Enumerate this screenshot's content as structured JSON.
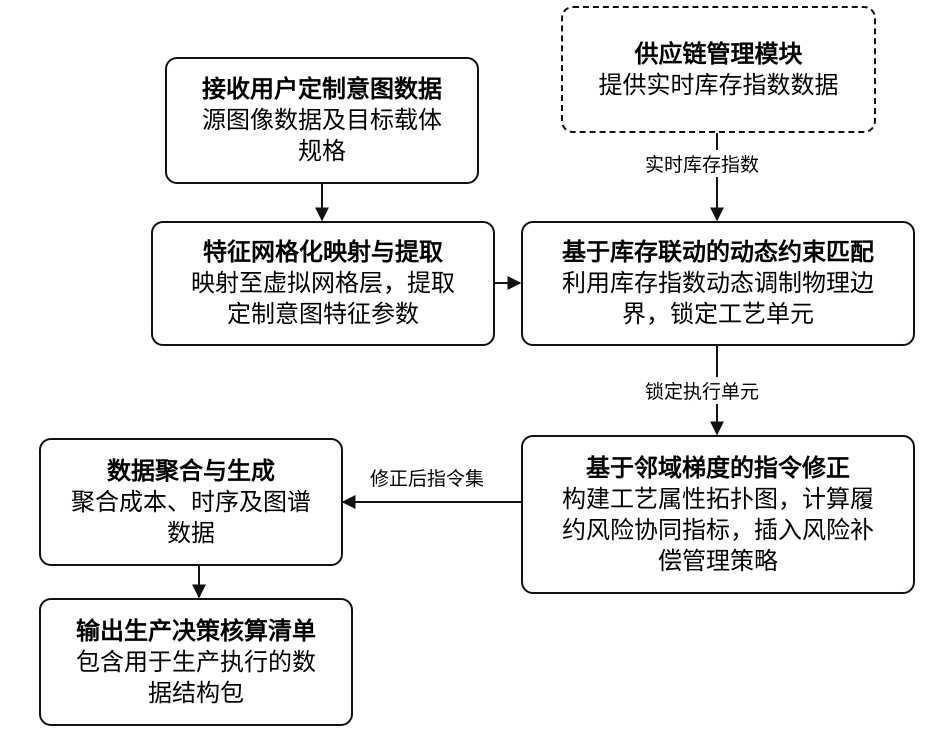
{
  "boxes": {
    "supply_chain": {
      "title": "供应链管理模块",
      "desc": [
        "提供实时库存指数数据"
      ]
    },
    "receive": {
      "title": "接收用户定制意图数据",
      "desc": [
        "源图像数据及目标载体",
        "规格"
      ]
    },
    "feature": {
      "title": "特征网格化映射与提取",
      "desc": [
        "映射至虚拟网格层，提取",
        "定制意图特征参数"
      ]
    },
    "constraint": {
      "title": "基于库存联动的动态约束匹配",
      "desc": [
        "利用库存指数动态调制物理边",
        "界，锁定工艺单元"
      ]
    },
    "correction": {
      "title": "基于邻域梯度的指令修正",
      "desc": [
        "构建工艺属性拓扑图，计算履",
        "约风险协同指标，插入风险补",
        "偿管理策略"
      ]
    },
    "aggregate": {
      "title": "数据聚合与生成",
      "desc": [
        "聚合成本、时序及图谱",
        "数据"
      ]
    },
    "output": {
      "title": "输出生产决策核算清单",
      "desc": [
        "包含用于生产执行的数",
        "据结构包"
      ]
    }
  },
  "edge_labels": {
    "inventory_index": "实时库存指数",
    "locked_unit": "锁定执行单元",
    "corrected_instructions": "修正后指令集"
  }
}
